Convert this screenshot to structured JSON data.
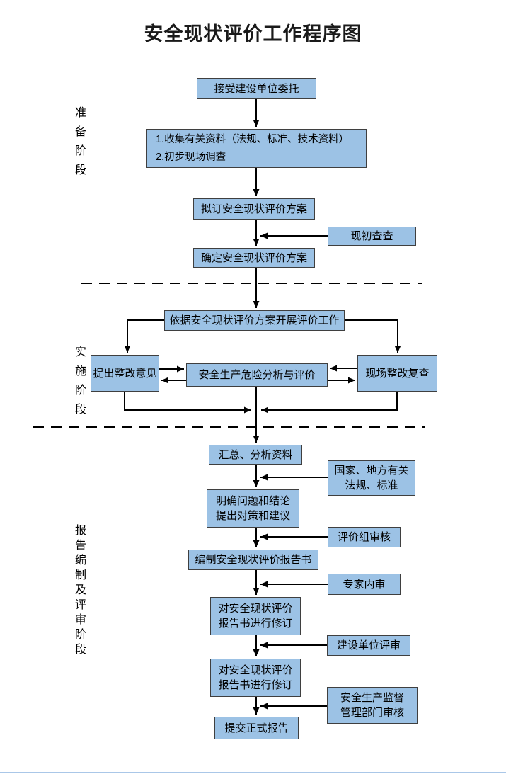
{
  "page": {
    "title": "安全现状评价工作程序图"
  },
  "stages": [
    {
      "label": "准备阶段"
    },
    {
      "label": "实施阶段"
    },
    {
      "label": "报告编制及评审阶段"
    }
  ],
  "boxes": {
    "accept_commission": "接受建设单位委托",
    "collect_materials": "1.收集有关资料（法规、标准、技术资料）\n2.初步现场调查",
    "draft_plan": "拟订安全现状评价方案",
    "confirm_plan": "确定安全现状评价方案",
    "carry_out_evaluation": "依据安全现状评价方案开展评价工作",
    "propose_rectification": "提出整改意见",
    "hazard_analysis": "安全生产危险分析与评价",
    "site_recheck": "现场整改复查",
    "summarize_data": "汇总、分析资料",
    "clarify_conclusions": "明确问题和结论\n提出对策和建议",
    "compile_report": "编制安全现状评价报告书",
    "revise_report_1": "对安全现状评价\n报告书进行修订",
    "revise_report_2": "对安全现状评价\n报告书进行修订",
    "submit_report": "提交正式报告"
  },
  "side_boxes": {
    "initial_site_check": "现初查查",
    "regulations": "国家、地方有关\n法规、标准",
    "evaluation_group_review": "评价组审核",
    "expert_internal_review": "专家内审",
    "client_review": "建设单位评审",
    "supervision_dept_review": "安全生产监督\n管理部门审核"
  },
  "colors": {
    "box_fill": "#9CC2E5",
    "box_border": "#3F3F3F",
    "connector": "#000000"
  }
}
